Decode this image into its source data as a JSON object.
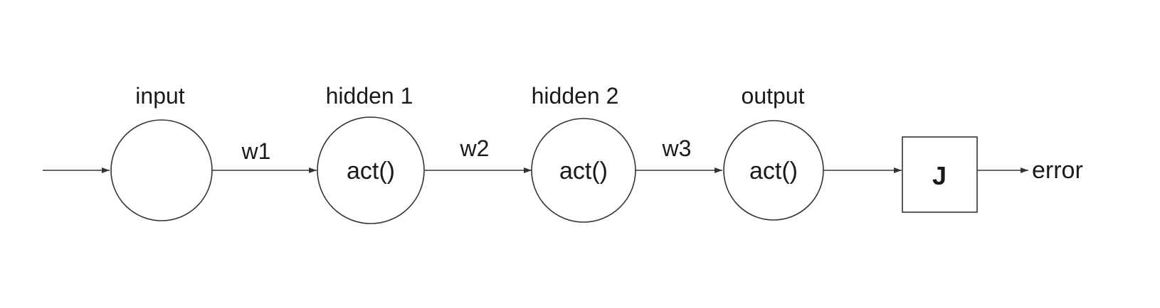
{
  "nodes": {
    "input": {
      "title": "input",
      "text": ""
    },
    "hidden1": {
      "title": "hidden 1",
      "text": "act()"
    },
    "hidden2": {
      "title": "hidden 2",
      "text": "act()"
    },
    "output": {
      "title": "output",
      "text": "act()"
    }
  },
  "weights": {
    "w1": "w1",
    "w2": "w2",
    "w3": "w3"
  },
  "cost": {
    "label": "J"
  },
  "error": {
    "label": "error"
  }
}
